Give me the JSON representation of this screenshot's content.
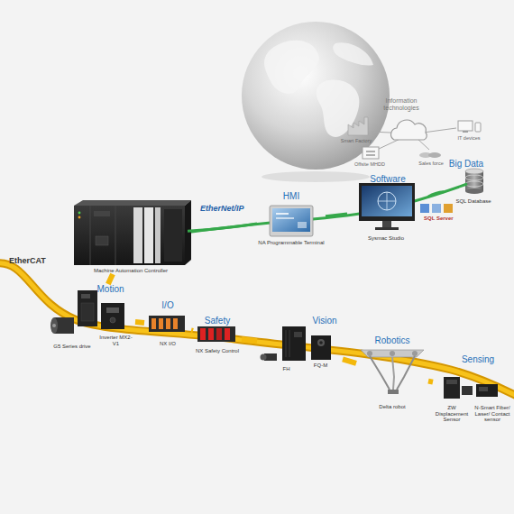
{
  "diagram": {
    "nodes": [
      {
        "text": [
          "Machine Automation Controller"
        ]
      },
      {
        "text": [
          "HMI",
          "NA Programmable Terminal"
        ]
      },
      {
        "text": [
          "Software",
          "Sysmac Studio"
        ]
      },
      {
        "text": [
          "Big Data",
          "SQL Database"
        ]
      },
      {
        "text": [
          "Motion",
          "G5 Series drive",
          "Inverter MX2-V1"
        ]
      },
      {
        "text": [
          "I/O",
          "NX I/O"
        ]
      },
      {
        "text": [
          "Safety",
          "NX Safety Control"
        ]
      },
      {
        "text": [
          "Vision",
          "FH",
          "FQ-M"
        ]
      },
      {
        "text": [
          "Robotics",
          "Delta robot"
        ]
      },
      {
        "text": [
          "Sensing",
          "ZW Displacement Sensor",
          "N-Smart Fiber/ Laser/ Contact sensor"
        ]
      }
    ],
    "edges": [
      {
        "from": 0,
        "to": 1,
        "arrow": "none"
      },
      {
        "from": 1,
        "to": 2,
        "arrow": "none"
      },
      {
        "from": 2,
        "to": 3,
        "arrow": "none"
      },
      {
        "from": 0,
        "to": 4,
        "arrow": "none"
      },
      {
        "from": 4,
        "to": 5,
        "arrow": "none"
      },
      {
        "from": 5,
        "to": 6,
        "arrow": "none"
      },
      {
        "from": 6,
        "to": 7,
        "arrow": "none"
      },
      {
        "from": 7,
        "to": 8,
        "arrow": "none"
      },
      {
        "from": 8,
        "to": 9,
        "arrow": "none"
      }
    ],
    "labels": [
      "EtherNet/IP",
      "EtherCAT",
      "Information technologies",
      "Smart Factory",
      "IT devices",
      "Offsite MHDD",
      "Sales force",
      "SQL Server"
    ]
  }
}
